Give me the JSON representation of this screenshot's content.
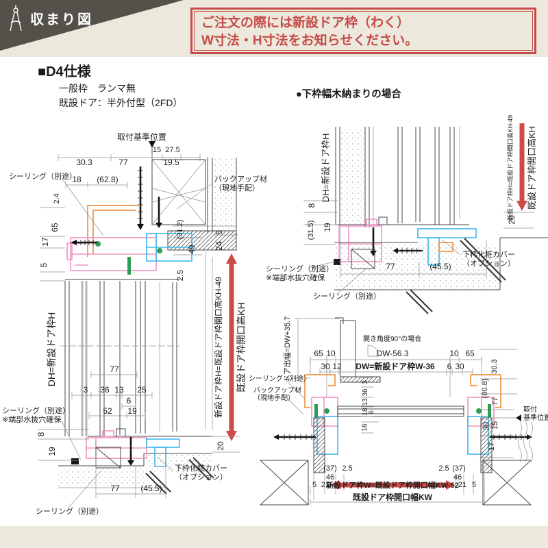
{
  "colors": {
    "band": "#ece9dc",
    "banner": "#54514a",
    "notice_red": "#c64a47",
    "arrow_red": "#ce4a45",
    "profile_orange": "#ef9440",
    "profile_pink": "#ef93c3",
    "profile_cyan": "#3db7e9",
    "profile_green": "#2f9e55"
  },
  "banner": {
    "title": "収まり図"
  },
  "notice": {
    "line1": "ご注文の際には新設ドア枠（わく）",
    "line2": "W寸法・H寸法をお知らせください。"
  },
  "spec": {
    "title": "■D4仕様",
    "cond1": "一般枠　ランマ無",
    "cond2": "既設ドア：半外付型（2FD）"
  },
  "left": {
    "mount_ref": "取付基準位置",
    "sealing_top": "シーリング（別途）",
    "backup1": "バックアップ材",
    "backup2": "（現地手配）",
    "dh_label": "DH=新設ドア枠H",
    "new_h": "新設ドア枠H=既設ドア枠開口高KH-49",
    "kh": "既設ドア枠開口高KH",
    "sealing_mid1": "シーリング（別途）",
    "sealing_mid2": "※端部水抜穴確保",
    "cover1": "下枠化粧カバー",
    "cover2": "（オプション）",
    "sealing_bottom": "シーリング（別途）",
    "dims": {
      "t15": "15",
      "t27_5": "27.5",
      "t30_3": "30.3",
      "t77": "77",
      "t19_5": "19.5",
      "h18": "18",
      "h62_8": "(62.8)",
      "l2_4": "2.4",
      "l65": "65",
      "l17": "17",
      "l5": "5",
      "r31_2": "(31.2)",
      "r49": "49",
      "r2_5": "2.5",
      "r5": "5",
      "r24": "24",
      "r20": "20",
      "m77": "77",
      "m3": "3",
      "m36": "36",
      "m13": "13",
      "m25": "25",
      "m6": "6",
      "m52": "52",
      "m19": "19",
      "b8": "8",
      "b19": "19",
      "b77": "77",
      "b45_5": "(45.5)"
    }
  },
  "sill": {
    "title": "●下枠幅木納まりの場合",
    "dh_label": "DH=新設ドア枠H",
    "new_h": "新設ドア枠H=既設ドア枠開口高KH-49",
    "kh": "既設ドア枠開口高KH",
    "sealing1a": "シーリング（別途）",
    "sealing1b": "※端部水抜穴確保",
    "sealing2": "シーリング（別途）",
    "cover1": "下枠化粧カバー",
    "cover2": "（オプション）",
    "dims": {
      "l8": "8",
      "l31_5": "(31.5)",
      "l19": "19",
      "r20": "20",
      "b77": "77",
      "b45_5": "(45.5)"
    }
  },
  "plan": {
    "door_depth": "ドア出幅=DW+35.7",
    "angle_note": "開き角度90°の場合",
    "sealing": "シーリング（別途）",
    "backup1": "バックアップ材",
    "backup2": "（現地手配）",
    "mount1": "取付",
    "mount2": "基準位置",
    "new_w": "新設ドア枠W=既設ドア枠開口幅KW-52",
    "kw": "既設ドア枠開口幅KW",
    "dims": {
      "t65l": "65",
      "t10l": "10",
      "tdw": "DW-56.3",
      "t10r": "10",
      "t65r": "65",
      "s30l": "30",
      "s12": "12",
      "sdw": "DW=新設ドア枠W-36",
      "s6": "6",
      "s30r": "30",
      "r30_3": "30.3",
      "r80_8": "(80.8)",
      "r77": "77",
      "c3": "3",
      "c36": "36",
      "c13": "13",
      "c18": "18",
      "c6": "6",
      "c16": "16",
      "v30": "30",
      "v15": "15",
      "v17": "17",
      "b37l": "(37)",
      "b2_5l": "2.5",
      "b46l": "46",
      "b5l": "5",
      "b21l": "21",
      "b2_5r": "2.5",
      "b37r": "(37)",
      "b46r": "46",
      "b21r": "21",
      "b5r": "5"
    }
  }
}
